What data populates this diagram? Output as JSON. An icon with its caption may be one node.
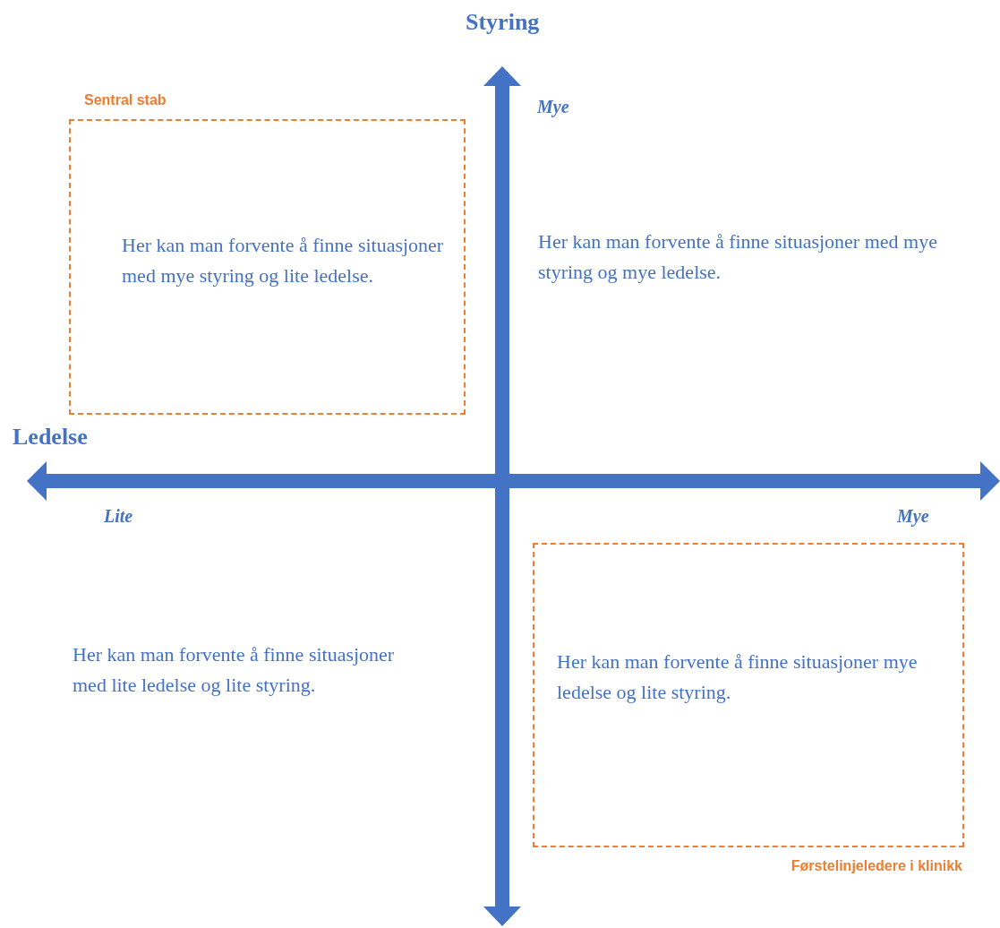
{
  "diagram": {
    "nodes": [
      {
        "text": [
          "Sentral stab",
          "Her kan man forvente å finne situasjoner med mye styring og lite ledelse."
        ]
      },
      {
        "text": [
          "Her kan man forvente å finne situasjoner mye ledelse og lite styring.",
          "Førstelinjeledere i klinikk"
        ]
      }
    ],
    "edges": [],
    "labels": [
      "Styring",
      "Mye",
      "Her kan man forvente å finne situasjoner med mye styring og mye ledelse.",
      "Ledelse",
      "Lite",
      "Mye",
      "Her kan man forvente å finne situasjoner med lite ledelse og lite styring."
    ]
  }
}
